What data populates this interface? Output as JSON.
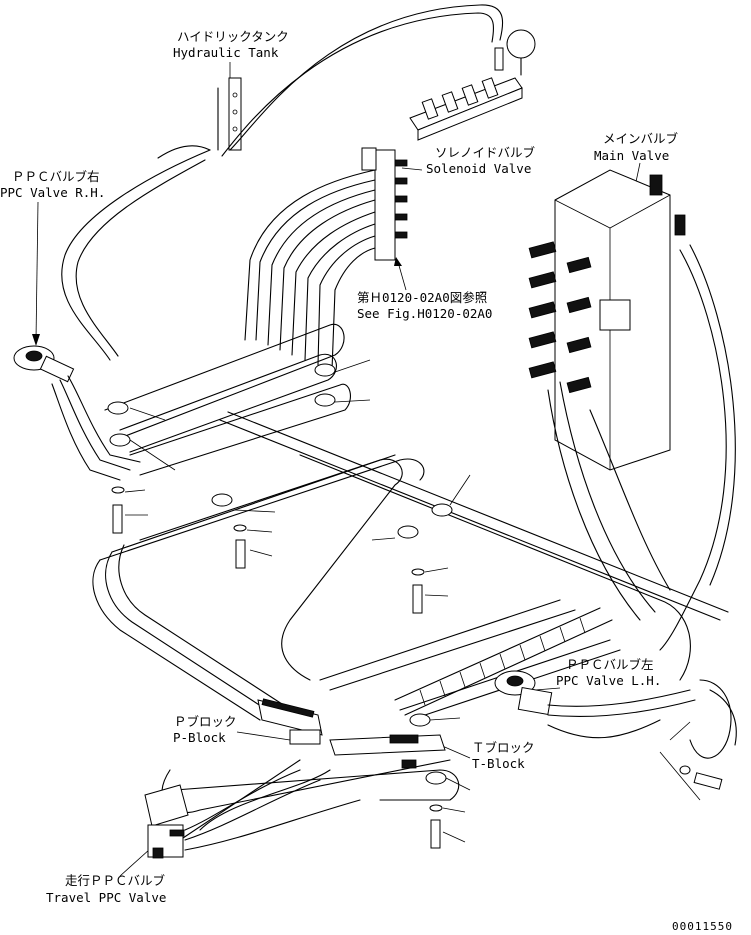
{
  "labels": {
    "hydraulic_tank_jp": "ハイドリックタンク",
    "hydraulic_tank_en": "Hydraulic Tank",
    "solenoid_valve_jp": "ソレノイドバルブ",
    "solenoid_valve_en": "Solenoid Valve",
    "main_valve_jp": "メインバルブ",
    "main_valve_en": "Main Valve",
    "ppc_valve_rh_jp": "ＰＰＣバルブ右",
    "ppc_valve_rh_en": "PPC Valve R.H.",
    "see_fig_jp": "第Ｈ0120-02A0図参照",
    "see_fig_en": "See Fig.H0120-02A0",
    "ppc_valve_lh_jp": "ＰＰＣバルブ左",
    "ppc_valve_lh_en": "PPC Valve L.H.",
    "p_block_jp": "Ｐブロック",
    "p_block_en": "P-Block",
    "t_block_jp": "Ｔブロック",
    "t_block_en": "T-Block",
    "travel_ppc_jp": "走行ＰＰＣバルブ",
    "travel_ppc_en": "Travel PPC Valve"
  },
  "drawing_number": "00011550"
}
